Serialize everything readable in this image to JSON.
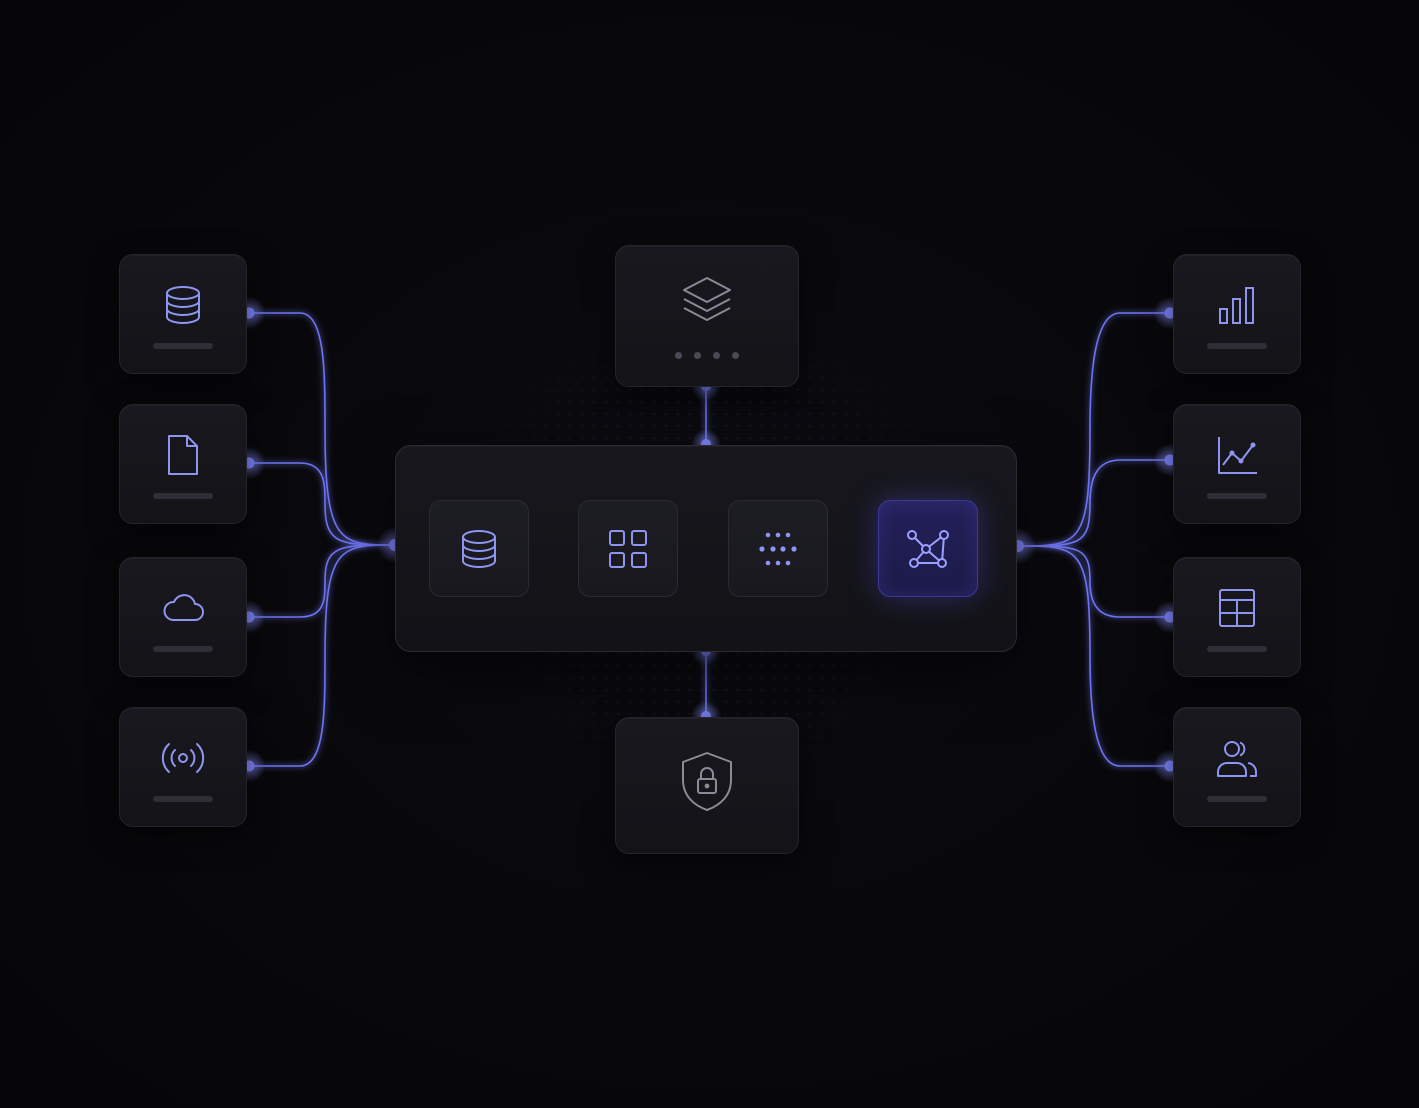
{
  "colors": {
    "accent": "#7f86ff",
    "line": "#6e74f2",
    "icon": "#8e95f0",
    "background": "#08080b",
    "card": "#16161b",
    "active_stage": "#221e55"
  },
  "sources": [
    {
      "id": "database",
      "icon": "database-icon"
    },
    {
      "id": "document",
      "icon": "document-icon"
    },
    {
      "id": "cloud",
      "icon": "cloud-icon"
    },
    {
      "id": "stream",
      "icon": "broadcast-icon"
    }
  ],
  "pipeline": [
    {
      "id": "ingest",
      "icon": "database-icon",
      "active": false
    },
    {
      "id": "organize",
      "icon": "grid-icon",
      "active": false
    },
    {
      "id": "process",
      "icon": "dots-icon",
      "active": false
    },
    {
      "id": "model",
      "icon": "network-icon",
      "active": true
    }
  ],
  "top_module": {
    "icon": "layers-icon",
    "dot_count": 4
  },
  "bottom_module": {
    "icon": "shield-lock-icon"
  },
  "outputs": [
    {
      "id": "bar-chart",
      "icon": "bar-chart-icon"
    },
    {
      "id": "line-chart",
      "icon": "line-chart-icon"
    },
    {
      "id": "table",
      "icon": "table-icon"
    },
    {
      "id": "users",
      "icon": "users-icon"
    }
  ]
}
